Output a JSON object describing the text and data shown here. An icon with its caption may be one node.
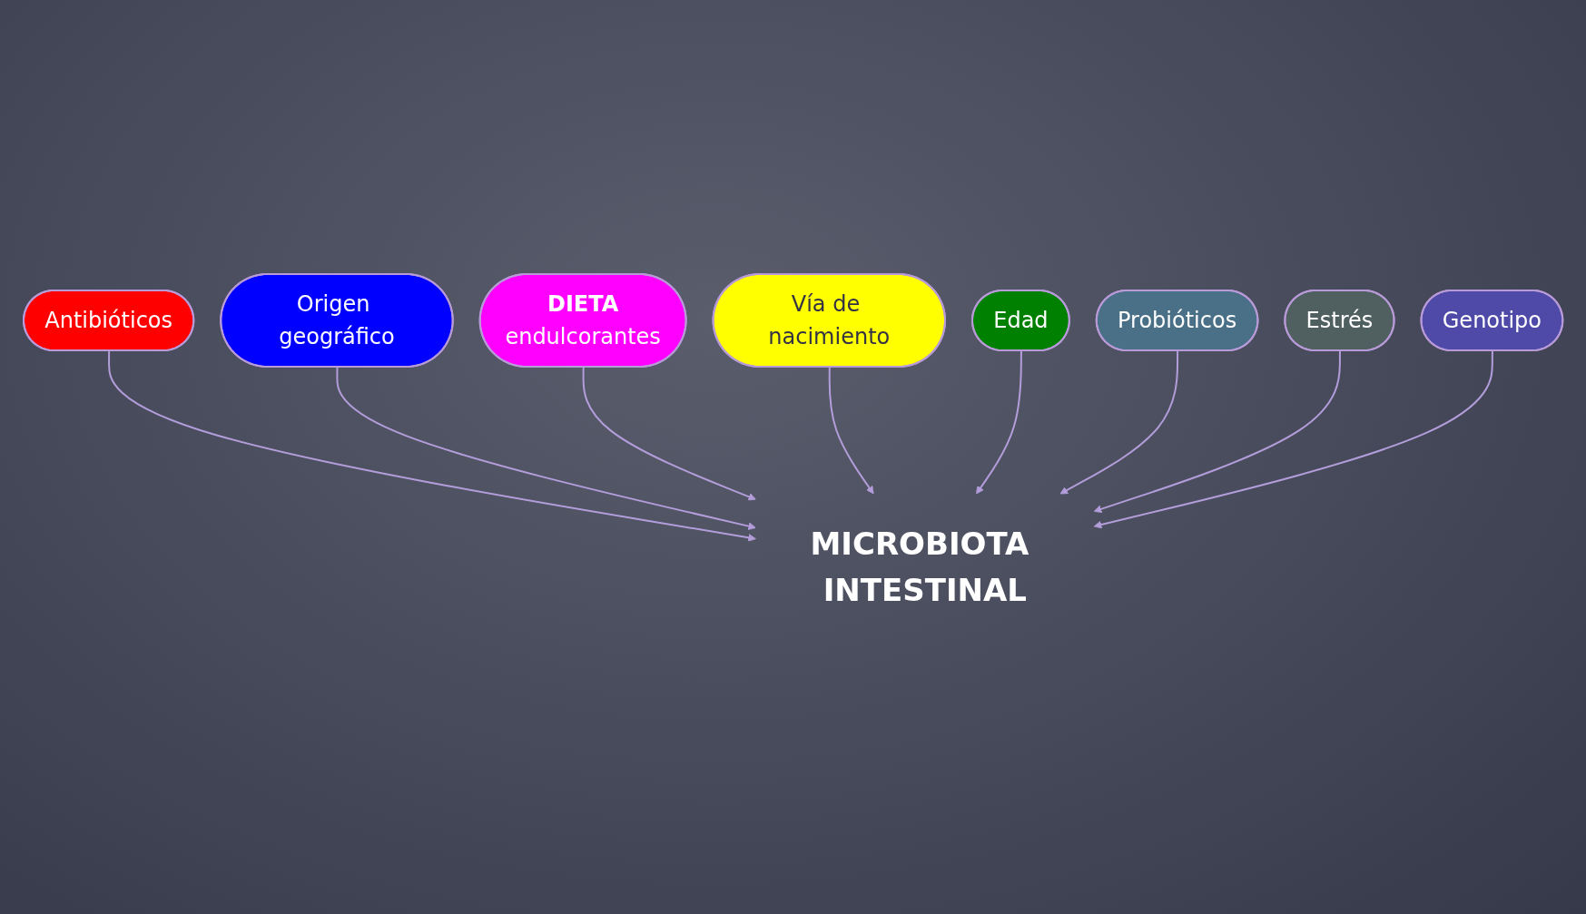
{
  "diagram": {
    "nodes": [
      {
        "text": [
          "Antibióticos"
        ]
      },
      {
        "text": [
          "Origen geográfico"
        ]
      },
      {
        "text": [
          "DIETA",
          "endulcorantes"
        ]
      },
      {
        "text": [
          "Vía de nacimiento"
        ]
      },
      {
        "text": [
          "MICROBIOTA INTESTINAL"
        ]
      },
      {
        "text": [
          "Edad"
        ]
      },
      {
        "text": [
          "Probióticos"
        ]
      },
      {
        "text": [
          "Estrés"
        ]
      },
      {
        "text": [
          "Genotipo"
        ]
      }
    ],
    "edges": [
      {
        "from": 0,
        "to": 4,
        "arrow": "to"
      },
      {
        "from": 1,
        "to": 4,
        "arrow": "to"
      },
      {
        "from": 2,
        "to": 4,
        "arrow": "to"
      },
      {
        "from": 3,
        "to": 4,
        "arrow": "to"
      },
      {
        "from": 5,
        "to": 4,
        "arrow": "to"
      },
      {
        "from": 6,
        "to": 4,
        "arrow": "to"
      },
      {
        "from": 7,
        "to": 4,
        "arrow": "to"
      },
      {
        "from": 8,
        "to": 4,
        "arrow": "to"
      }
    ]
  }
}
